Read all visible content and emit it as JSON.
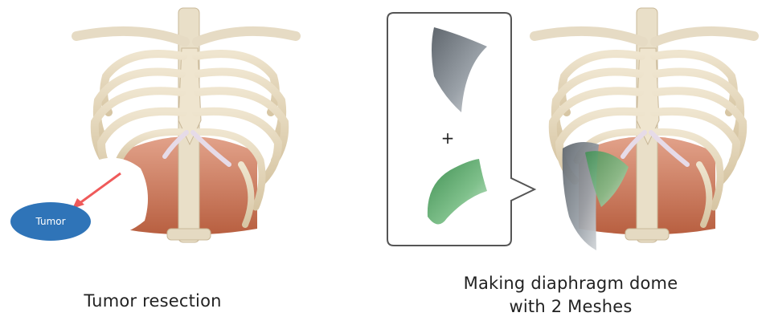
{
  "captions": {
    "left": "Tumor resection",
    "right_line1": "Making diaphragm dome",
    "right_line2": "with 2 Meshes"
  },
  "labels": {
    "tumor": "Tumor",
    "plus": "+"
  },
  "colors": {
    "bone": "#e8dcc2",
    "bone_shadow": "#c9b898",
    "cartilage": "#e9dde8",
    "muscle": "#c7704f",
    "tumor_fill": "#2f74b8",
    "arrow": "#ef5a5a",
    "mesh_gray": "#7f858c",
    "mesh_green": "#6fb27a",
    "callout_border": "#555555"
  },
  "icons": {
    "left_figure": "ribcage-resected-illustration",
    "right_figure": "ribcage-mesh-illustration",
    "gray_mesh": "gray-mesh-icon",
    "green_mesh": "green-mesh-icon"
  }
}
